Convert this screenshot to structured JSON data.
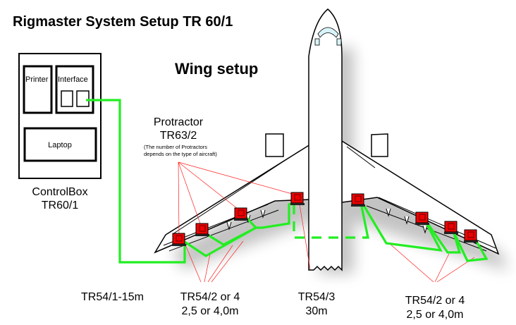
{
  "title": "Rigmaster System Setup TR 60/1",
  "subtitle": "Wing setup",
  "control_box": {
    "printer_label": "Printer",
    "interface_label": "Interface",
    "laptop_label": "Laptop",
    "name_line1": "ControlBox",
    "name_line2": "TR60/1"
  },
  "protractor": {
    "line1": "Protractor",
    "line2": "TR63/2",
    "note_line1": "(The number of Protractors",
    "note_line2": "depends on the type of aircraft)"
  },
  "cables": {
    "main": "TR54/1-15m",
    "left_line1": "TR54/2 or 4",
    "left_line2": "2,5 or 4,0m",
    "center_line1": "TR54/3",
    "center_line2": "30m",
    "right_line1": "TR54/2 or 4",
    "right_line2": "2,5 or 4,0m"
  },
  "colors": {
    "cable": "#22ee22",
    "protractor": "#ee0000",
    "pointer": "#ff2020",
    "cockpit": "#d8f4fa"
  }
}
